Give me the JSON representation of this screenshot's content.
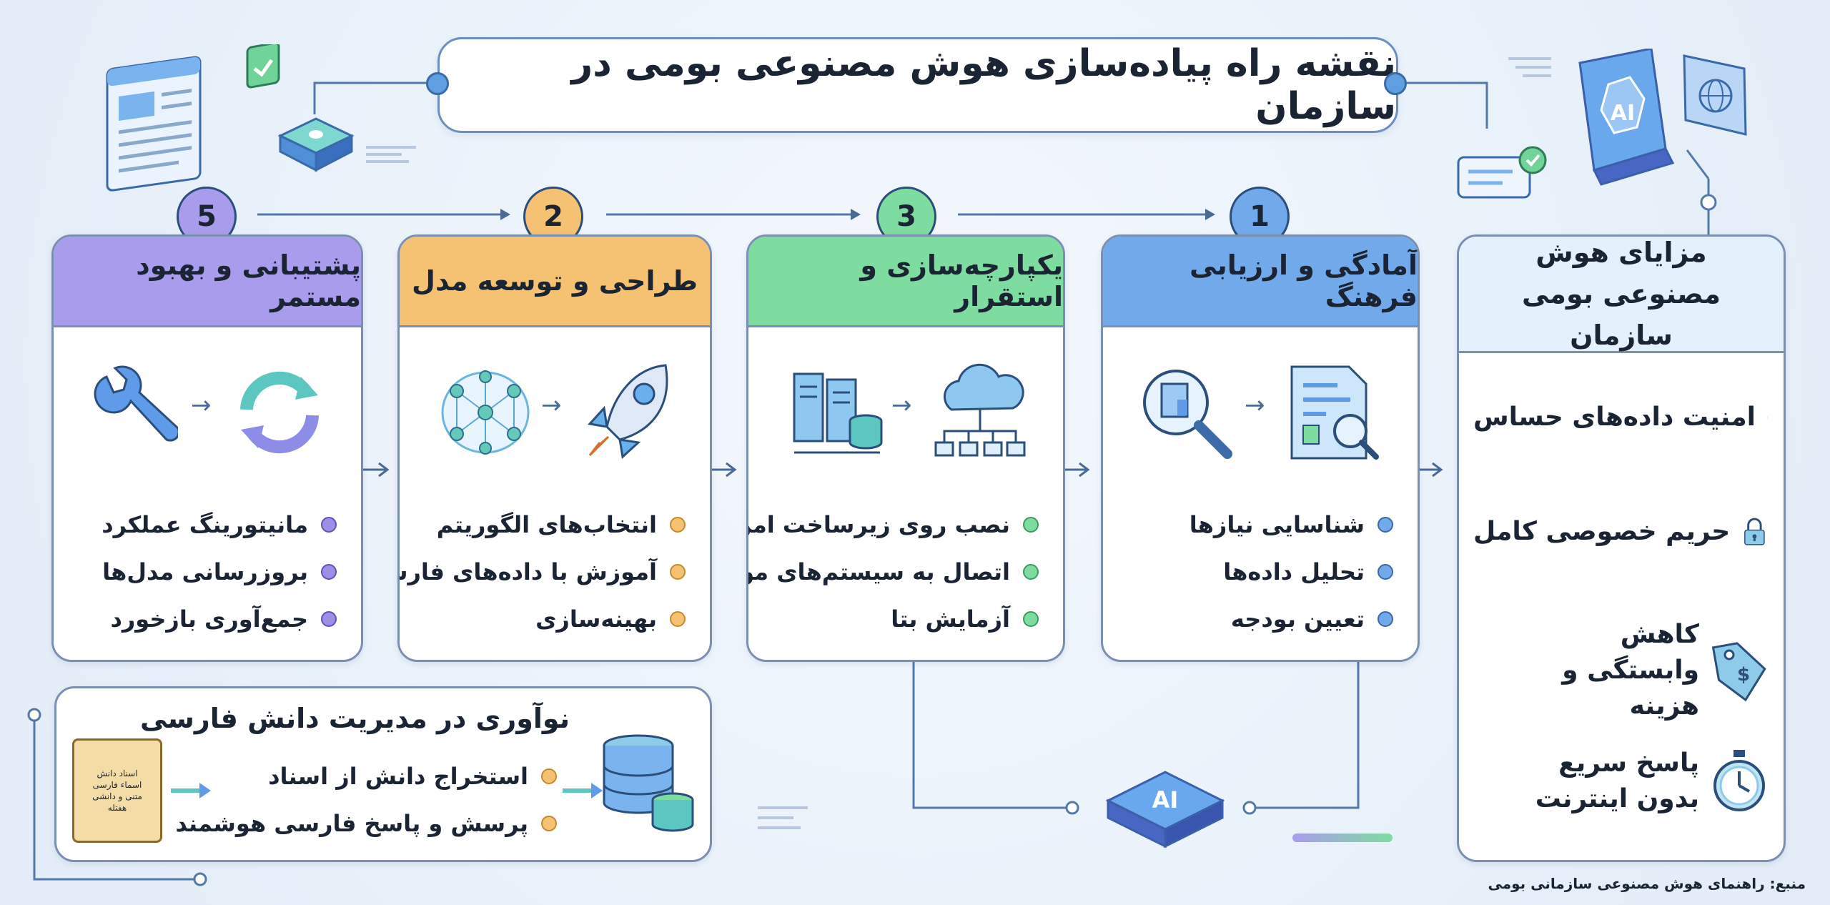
{
  "title": "نقشه راه پیاده‌سازی هوش مصنوعی بومی در سازمان",
  "benefits": {
    "title": "مزایای هوش مصنوعی بومی سازمان",
    "items": [
      {
        "label": "امنیت داده‌های حساس",
        "icon": "shield-check-icon"
      },
      {
        "label": "حریم خصوصی کامل",
        "icon": "padlock-icon"
      },
      {
        "label": "کاهش وابستگی و هزینه",
        "icon": "price-tag-icon"
      },
      {
        "label": "پاسخ سریع بدون اینترنت",
        "icon": "stopwatch-icon"
      }
    ]
  },
  "steps": [
    {
      "number": "1",
      "title": "آمادگی و ارزیابی فرهنگ",
      "color": "#72a9ea",
      "icons": [
        "magnifier-document-icon",
        "report-analysis-icon"
      ],
      "items": [
        "شناسایی نیازها",
        "تحلیل داده‌ها",
        "تعیین بودجه"
      ]
    },
    {
      "number": "3",
      "title": "یکپارچه‌سازی و استقرار",
      "color": "#7fdca0",
      "icons": [
        "server-rack-icon",
        "cloud-network-icon"
      ],
      "items": [
        "نصب روی زیرساخت امن",
        "اتصال به سیستم‌های موجود",
        "آزمایش بتا"
      ]
    },
    {
      "number": "2",
      "title": "طراحی و توسعه مدل",
      "color": "#f5c274",
      "icons": [
        "neural-brain-icon",
        "rocket-icon"
      ],
      "items": [
        "انتخاب‌های الگوریتم",
        "آموزش با داده‌های فارسی",
        "بهینه‌سازی"
      ]
    },
    {
      "number": "5",
      "title": "پشتیبانی و بهبود مستمر",
      "color": "#a99cec",
      "icons": [
        "wrench-icon",
        "refresh-cycle-icon"
      ],
      "items": [
        "مانیتورینگ عملکرد",
        "بروزرسانی مدل‌ها",
        "جمع‌آوری بازخورد"
      ]
    }
  ],
  "innovation": {
    "title": "نوآوری در مدیریت دانش فارسی",
    "items": [
      "استخراج دانش از اسناد",
      "پرسش و پاسخ فارسی هوشمند"
    ],
    "scroll_text": [
      "اسناد دانش",
      "اسماء فارسی",
      "متنی و دانشی",
      "هفتله"
    ]
  },
  "chip_label": "AI",
  "source": "منبع: راهنمای هوش مصنوعی سازمانی بومی"
}
